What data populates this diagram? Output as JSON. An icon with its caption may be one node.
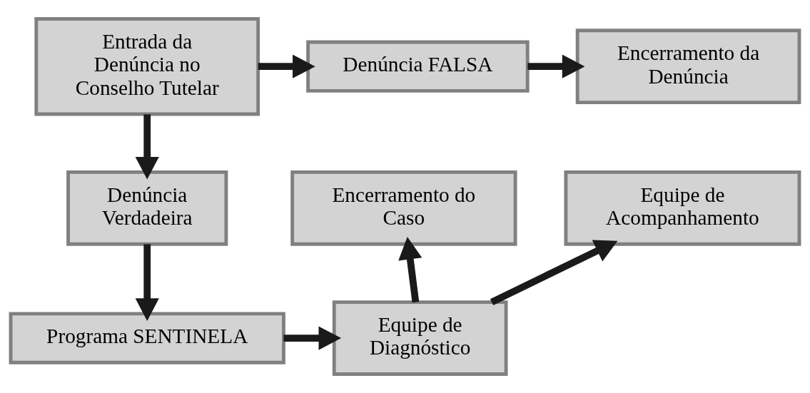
{
  "diagram": {
    "nodes": [
      {
        "text": [
          "Entrada da Denúncia no Conselho Tutelar"
        ]
      },
      {
        "text": [
          "Denúncia FALSA"
        ]
      },
      {
        "text": [
          "Encerramento da Denúncia"
        ]
      },
      {
        "text": [
          "Denúncia Verdadeira"
        ]
      },
      {
        "text": [
          "Programa SENTINELA"
        ]
      },
      {
        "text": [
          "Encerramento do Caso"
        ]
      },
      {
        "text": [
          "Equipe de Acompanhamento"
        ]
      },
      {
        "text": [
          "Equipe de Diagnóstico"
        ]
      }
    ],
    "edges": [
      {
        "from": 0,
        "to": 1,
        "arrow": "to"
      },
      {
        "from": 1,
        "to": 2,
        "arrow": "to"
      },
      {
        "from": 0,
        "to": 3,
        "arrow": "to"
      },
      {
        "from": 3,
        "to": 4,
        "arrow": "to"
      },
      {
        "from": 4,
        "to": 7,
        "arrow": "to"
      },
      {
        "from": 7,
        "to": 5,
        "arrow": "to"
      },
      {
        "from": 7,
        "to": 6,
        "arrow": "to"
      }
    ]
  }
}
